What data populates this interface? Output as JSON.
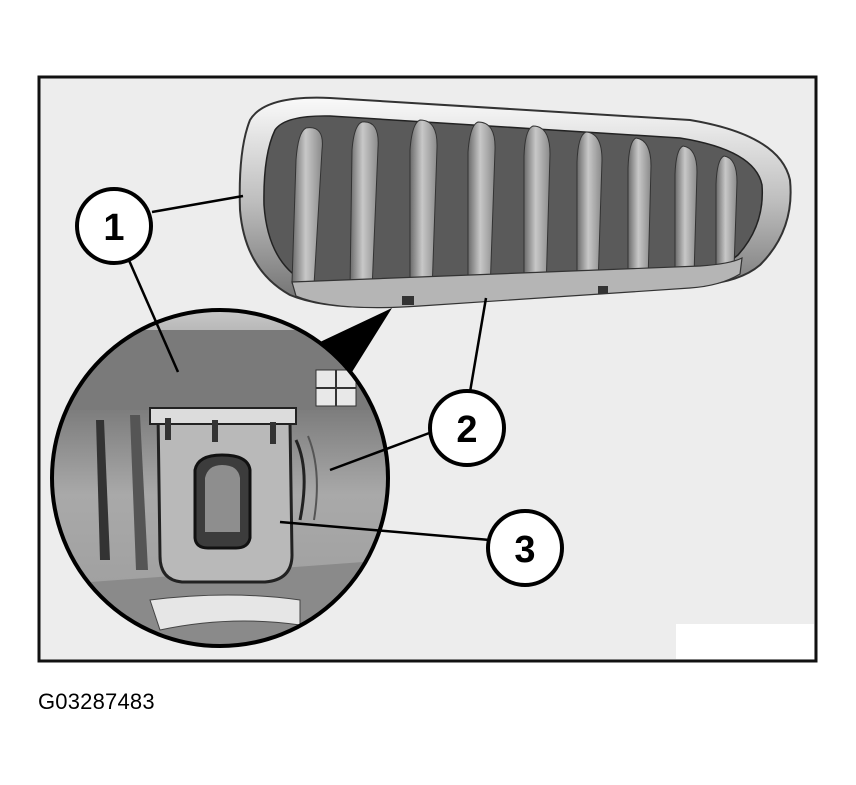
{
  "figure": {
    "code": "G03287483",
    "callouts": [
      {
        "label": "1",
        "part": "grille-frame"
      },
      {
        "label": "2",
        "part": "grille-lower-edge"
      },
      {
        "label": "3",
        "part": "retaining-clip"
      }
    ],
    "colors": {
      "panel_background": "#ededed",
      "frame_border": "#111111",
      "chrome_light": "#f0f0f0",
      "chrome_dark": "#7a7a7a",
      "slat_gray": "#9a9a9a",
      "detail_background": "#a8a8a8"
    }
  }
}
